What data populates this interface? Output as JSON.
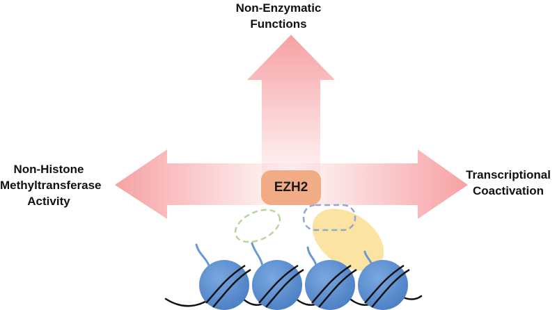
{
  "diagram": {
    "center": {
      "label": "EZH2",
      "color": "#f1ac86"
    },
    "branches": {
      "top": {
        "line1": "Non-Enzymatic",
        "line2": "Functions"
      },
      "left": {
        "line1": "Non-Histone",
        "line2": "Methyltransferase",
        "line3": "Activity"
      },
      "right": {
        "line1": "Transcriptional",
        "line2": "Coactivation"
      }
    },
    "colors": {
      "arrow": "#f7a1a4",
      "nucleosome": "#5b8fd0",
      "yellow_complex": "#fbe3a1",
      "green_dashed": "#b8d59c",
      "blue_dashed": "#8ea7d6"
    }
  }
}
